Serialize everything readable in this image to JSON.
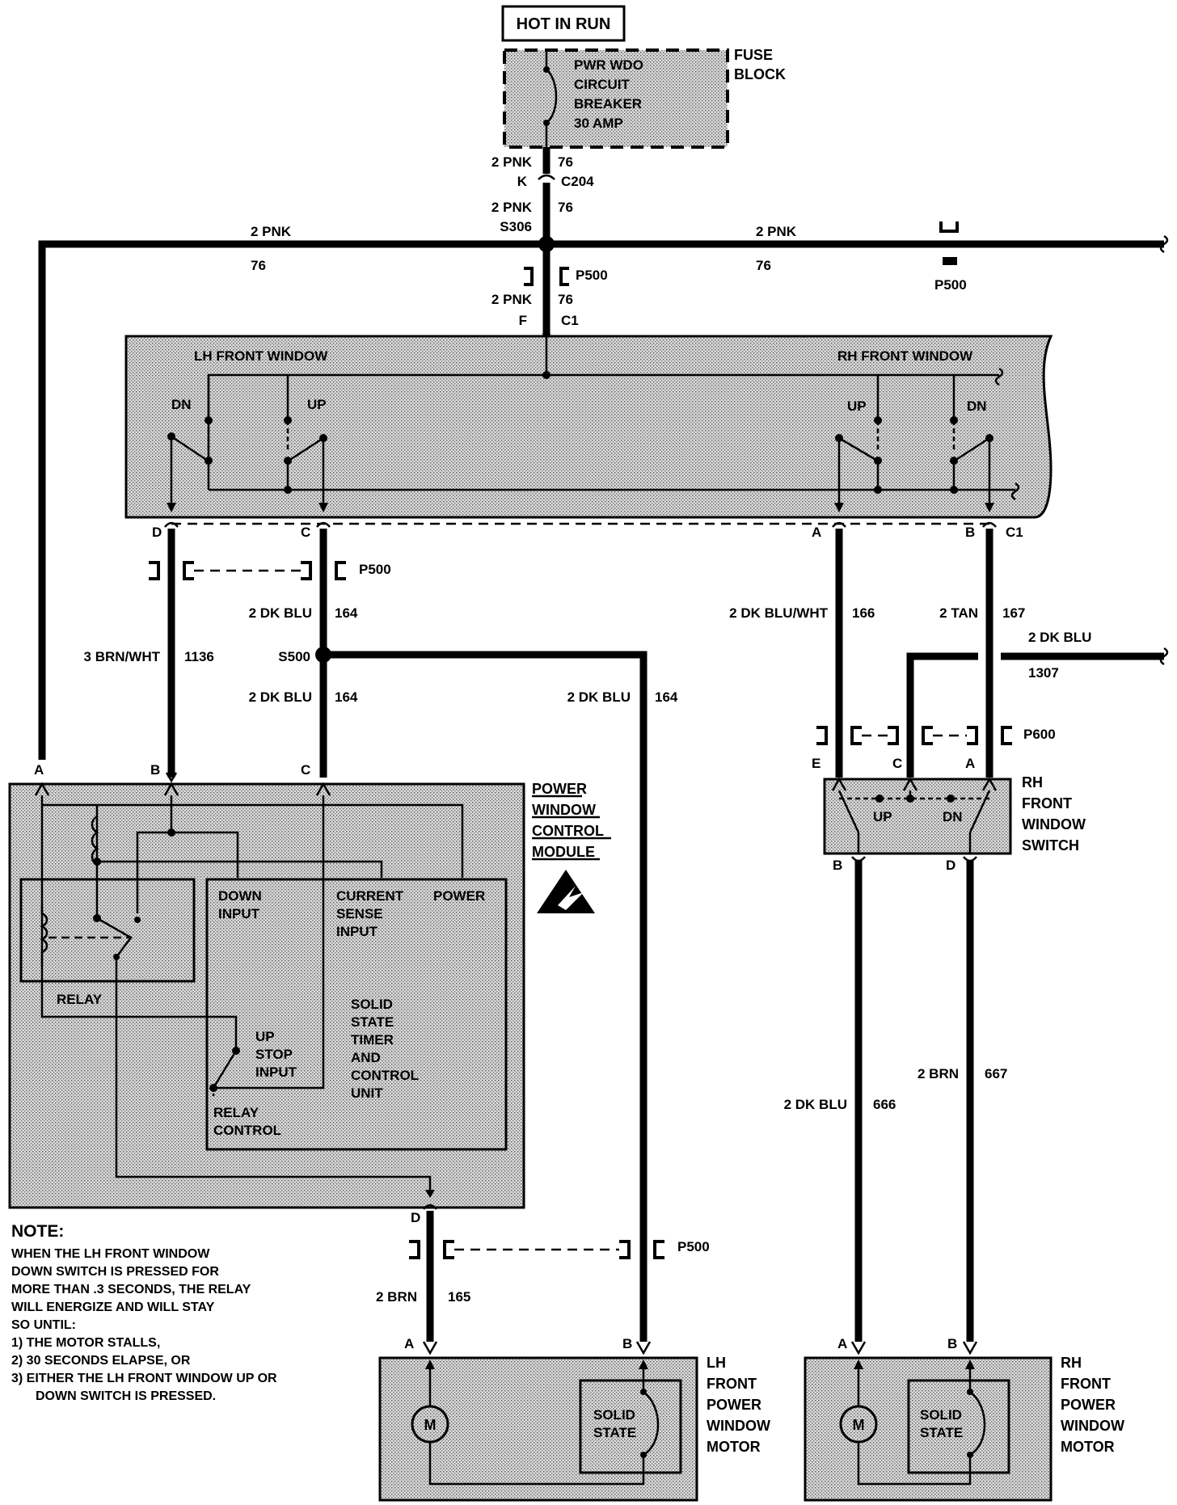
{
  "colors": {
    "ink": "#000000",
    "stipple_fill": "#d4d4d4",
    "background": "#ffffff"
  },
  "top": {
    "hot_in_run": "HOT IN RUN",
    "fuse_block": [
      "FUSE",
      "BLOCK"
    ],
    "breaker": [
      "PWR WDO",
      "CIRCUIT",
      "BREAKER",
      "30 AMP"
    ]
  },
  "feed": {
    "wire_a": "2 PNK",
    "circ_a": "76",
    "pin_k": "K",
    "c204": "C204",
    "wire_b": "2 PNK",
    "circ_b": "76",
    "s306": "S306",
    "bus_left_wire": "2 PNK",
    "bus_left_circ": "76",
    "bus_right_wire": "2 PNK",
    "bus_right_circ": "76",
    "p500_right": "P500",
    "p500_center": "P500",
    "wire_c": "2 PNK",
    "circ_c": "76",
    "pin_f": "F",
    "c1_top": "C1"
  },
  "master_switch": {
    "lh_title": "LH FRONT WINDOW",
    "rh_title": "RH FRONT WINDOW",
    "lh_dn": "DN",
    "lh_up": "UP",
    "rh_up": "UP",
    "rh_dn": "DN",
    "pins": [
      "D",
      "C",
      "A",
      "B"
    ],
    "c1": "C1"
  },
  "mid_wires": {
    "p500": "P500",
    "w1136_color": "3 BRN/WHT",
    "w1136": "1136",
    "w164_color_a": "2 DK BLU",
    "w164_a": "164",
    "s500": "S500",
    "w164_color_b": "2 DK BLU",
    "w164_b": "164",
    "w164_color_c": "2 DK BLU",
    "w164_c": "164",
    "w166_color": "2 DK BLU/WHT",
    "w166": "166",
    "w167_color": "2 TAN",
    "w167": "167",
    "w1307_color": "2 DK BLU",
    "w1307": "1307",
    "p600": "P600"
  },
  "module": {
    "pins": [
      "A",
      "B",
      "C"
    ],
    "name": [
      "POWER",
      "WINDOW",
      "CONTROL",
      "MODULE"
    ],
    "relay": "RELAY",
    "down_input": [
      "DOWN",
      "INPUT"
    ],
    "current_sense": [
      "CURRENT",
      "SENSE",
      "INPUT"
    ],
    "power": "POWER",
    "up_stop": [
      "UP",
      "STOP",
      "INPUT"
    ],
    "relay_control": [
      "RELAY",
      "CONTROL"
    ],
    "solid_state": [
      "SOLID",
      "STATE",
      "TIMER",
      "AND",
      "CONTROL",
      "UNIT"
    ],
    "pin_d": "D"
  },
  "rh_switch": {
    "pins_top": [
      "E",
      "C",
      "A"
    ],
    "name": [
      "RH",
      "FRONT",
      "WINDOW",
      "SWITCH"
    ],
    "up": "UP",
    "dn": "DN",
    "pins_bottom": [
      "B",
      "D"
    ]
  },
  "lower_wires": {
    "p500": "P500",
    "w165_color": "2 BRN",
    "w165": "165",
    "w666_color": "2 DK BLU",
    "w666": "666",
    "w667_color": "2 BRN",
    "w667": "667"
  },
  "note": {
    "title": "NOTE:",
    "lines": [
      "WHEN THE LH FRONT WINDOW",
      "DOWN SWITCH IS PRESSED FOR",
      "MORE THAN .3 SECONDS, THE RELAY",
      "WILL ENERGIZE AND WILL STAY",
      "SO UNTIL:",
      "1) THE MOTOR STALLS,",
      "2) 30 SECONDS ELAPSE, OR",
      "3) EITHER THE LH FRONT WINDOW UP OR",
      "DOWN SWITCH IS PRESSED."
    ]
  },
  "lh_motor": {
    "pins": [
      "A",
      "B"
    ],
    "m": "M",
    "solid_state": [
      "SOLID",
      "STATE"
    ],
    "name": [
      "LH",
      "FRONT",
      "POWER",
      "WINDOW",
      "MOTOR"
    ]
  },
  "rh_motor": {
    "pins": [
      "A",
      "B"
    ],
    "m": "M",
    "solid_state": [
      "SOLID",
      "STATE"
    ],
    "name": [
      "RH",
      "FRONT",
      "POWER",
      "WINDOW",
      "MOTOR"
    ]
  }
}
